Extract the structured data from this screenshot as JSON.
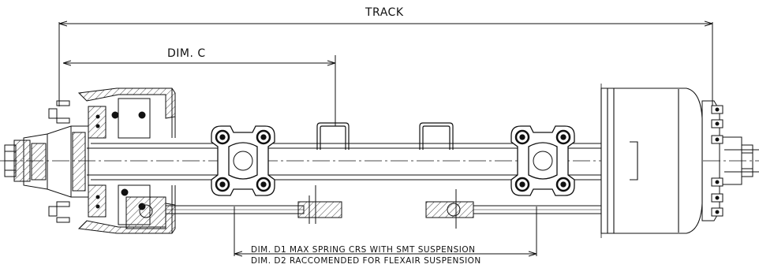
{
  "labels": {
    "track": "TRACK",
    "dim_c": "DIM. C",
    "dim_d1": "DIM. D1  MAX  SPRING  CRS  WITH  SMT  SUSPENSION",
    "dim_d2": "DIM. D2  RACCOMENDED  FOR  FLEXAIR  SUSPENSION"
  },
  "colors": {
    "line": "#111111",
    "hatch": "#444444",
    "background": "#ffffff"
  }
}
